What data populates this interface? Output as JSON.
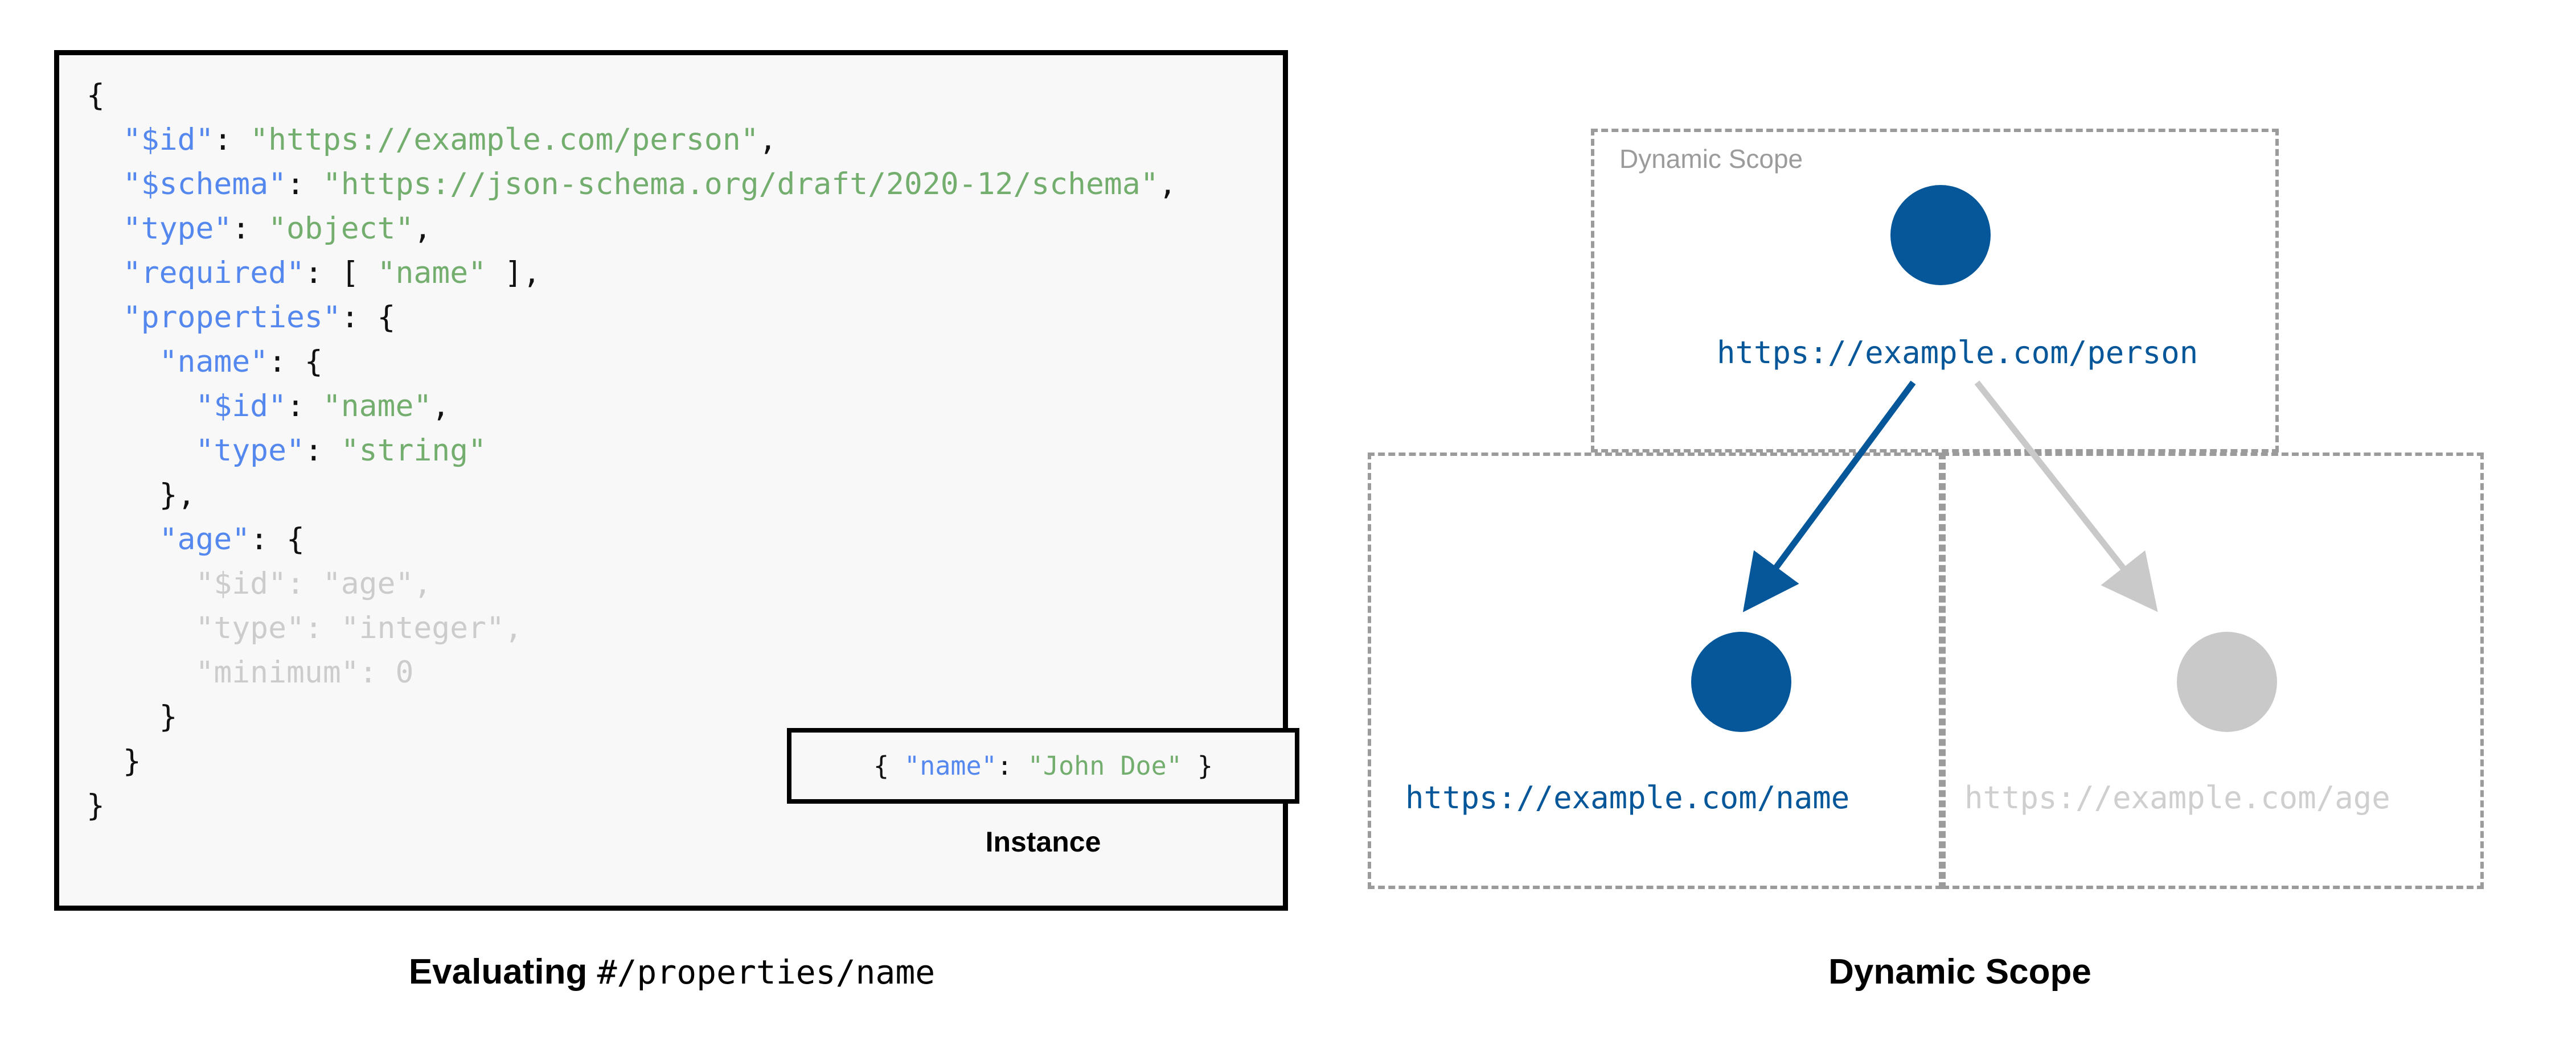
{
  "left": {
    "panel_background": "#f8f8f8",
    "border_color": "#000000",
    "colors": {
      "key": "#5588ee",
      "string": "#73ae6e",
      "punctuation": "#111111",
      "dimmed": "#cccccc"
    },
    "code_lines": [
      {
        "dimmed": false,
        "tokens": [
          {
            "t": "{",
            "c": "p"
          }
        ]
      },
      {
        "dimmed": false,
        "tokens": [
          {
            "t": "  ",
            "c": "p"
          },
          {
            "t": "\"$id\"",
            "c": "k"
          },
          {
            "t": ": ",
            "c": "p"
          },
          {
            "t": "\"https://example.com/person\"",
            "c": "s"
          },
          {
            "t": ",",
            "c": "p"
          }
        ]
      },
      {
        "dimmed": false,
        "tokens": [
          {
            "t": "  ",
            "c": "p"
          },
          {
            "t": "\"$schema\"",
            "c": "k"
          },
          {
            "t": ": ",
            "c": "p"
          },
          {
            "t": "\"https://json-schema.org/draft/2020-12/schema\"",
            "c": "s"
          },
          {
            "t": ",",
            "c": "p"
          }
        ]
      },
      {
        "dimmed": false,
        "tokens": [
          {
            "t": "  ",
            "c": "p"
          },
          {
            "t": "\"type\"",
            "c": "k"
          },
          {
            "t": ": ",
            "c": "p"
          },
          {
            "t": "\"object\"",
            "c": "s"
          },
          {
            "t": ",",
            "c": "p"
          }
        ]
      },
      {
        "dimmed": false,
        "tokens": [
          {
            "t": "  ",
            "c": "p"
          },
          {
            "t": "\"required\"",
            "c": "k"
          },
          {
            "t": ": [ ",
            "c": "p"
          },
          {
            "t": "\"name\"",
            "c": "s"
          },
          {
            "t": " ],",
            "c": "p"
          }
        ]
      },
      {
        "dimmed": false,
        "tokens": [
          {
            "t": "  ",
            "c": "p"
          },
          {
            "t": "\"properties\"",
            "c": "k"
          },
          {
            "t": ": {",
            "c": "p"
          }
        ]
      },
      {
        "dimmed": false,
        "tokens": [
          {
            "t": "    ",
            "c": "p"
          },
          {
            "t": "\"name\"",
            "c": "k"
          },
          {
            "t": ": {",
            "c": "p"
          }
        ]
      },
      {
        "dimmed": false,
        "tokens": [
          {
            "t": "      ",
            "c": "p"
          },
          {
            "t": "\"$id\"",
            "c": "k"
          },
          {
            "t": ": ",
            "c": "p"
          },
          {
            "t": "\"name\"",
            "c": "s"
          },
          {
            "t": ",",
            "c": "p"
          }
        ]
      },
      {
        "dimmed": false,
        "tokens": [
          {
            "t": "      ",
            "c": "p"
          },
          {
            "t": "\"type\"",
            "c": "k"
          },
          {
            "t": ": ",
            "c": "p"
          },
          {
            "t": "\"string\"",
            "c": "s"
          }
        ]
      },
      {
        "dimmed": false,
        "tokens": [
          {
            "t": "    },",
            "c": "p"
          }
        ]
      },
      {
        "dimmed": false,
        "tokens": [
          {
            "t": "    ",
            "c": "p"
          },
          {
            "t": "\"age\"",
            "c": "k"
          },
          {
            "t": ": {",
            "c": "p"
          }
        ]
      },
      {
        "dimmed": true,
        "tokens": [
          {
            "t": "      ",
            "c": "p"
          },
          {
            "t": "\"$id\"",
            "c": "k"
          },
          {
            "t": ": ",
            "c": "p"
          },
          {
            "t": "\"age\"",
            "c": "s"
          },
          {
            "t": ",",
            "c": "p"
          }
        ]
      },
      {
        "dimmed": true,
        "tokens": [
          {
            "t": "      ",
            "c": "p"
          },
          {
            "t": "\"type\"",
            "c": "k"
          },
          {
            "t": ": ",
            "c": "p"
          },
          {
            "t": "\"integer\"",
            "c": "s"
          },
          {
            "t": ",",
            "c": "p"
          }
        ]
      },
      {
        "dimmed": true,
        "tokens": [
          {
            "t": "      ",
            "c": "p"
          },
          {
            "t": "\"minimum\"",
            "c": "k"
          },
          {
            "t": ": 0",
            "c": "p"
          }
        ]
      },
      {
        "dimmed": false,
        "tokens": [
          {
            "t": "    }",
            "c": "p"
          }
        ]
      },
      {
        "dimmed": false,
        "tokens": [
          {
            "t": "  }",
            "c": "p"
          }
        ]
      },
      {
        "dimmed": false,
        "tokens": [
          {
            "t": "}",
            "c": "p"
          }
        ]
      }
    ],
    "instance": {
      "code_tokens": [
        {
          "t": "{ ",
          "c": "p"
        },
        {
          "t": "\"name\"",
          "c": "k"
        },
        {
          "t": ": ",
          "c": "p"
        },
        {
          "t": "\"John Doe\"",
          "c": "s"
        },
        {
          "t": " }",
          "c": "p"
        }
      ],
      "caption": "Instance"
    },
    "caption": {
      "bold_part": "Evaluating ",
      "mono_part": "#/properties/name"
    }
  },
  "right": {
    "caption": "Dynamic Scope",
    "scope_label": "Dynamic Scope",
    "colors": {
      "active_blue": "#05579a",
      "inactive_gray": "#c9c9c9",
      "dashed_border": "#9b9b9b",
      "inactive_label": "#cfcfcf"
    },
    "nodes": [
      {
        "id": "person",
        "label": "https://example.com/person",
        "state": "active"
      },
      {
        "id": "name",
        "label": "https://example.com/name",
        "state": "active"
      },
      {
        "id": "age",
        "label": "https://example.com/age",
        "state": "inactive"
      }
    ],
    "edges": [
      {
        "from": "person",
        "to": "name",
        "state": "active"
      },
      {
        "from": "person",
        "to": "age",
        "state": "inactive"
      }
    ]
  }
}
